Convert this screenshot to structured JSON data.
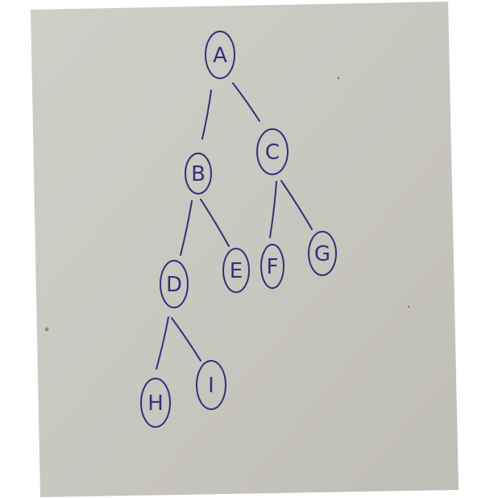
{
  "colors": {
    "paper": "#c9c8c1",
    "paper_shadow": "#b7b6ae",
    "ink": "#33307a"
  },
  "tree": {
    "nodes": [
      {
        "id": "A",
        "label": "A"
      },
      {
        "id": "B",
        "label": "B"
      },
      {
        "id": "C",
        "label": "C"
      },
      {
        "id": "D",
        "label": "D"
      },
      {
        "id": "E",
        "label": "E"
      },
      {
        "id": "F",
        "label": "F"
      },
      {
        "id": "G",
        "label": "G"
      },
      {
        "id": "H",
        "label": "H"
      },
      {
        "id": "I",
        "label": "I"
      }
    ],
    "edges": [
      [
        "A",
        "B"
      ],
      [
        "A",
        "C"
      ],
      [
        "B",
        "D"
      ],
      [
        "B",
        "E"
      ],
      [
        "C",
        "F"
      ],
      [
        "C",
        "G"
      ],
      [
        "D",
        "H"
      ],
      [
        "D",
        "I"
      ]
    ]
  }
}
